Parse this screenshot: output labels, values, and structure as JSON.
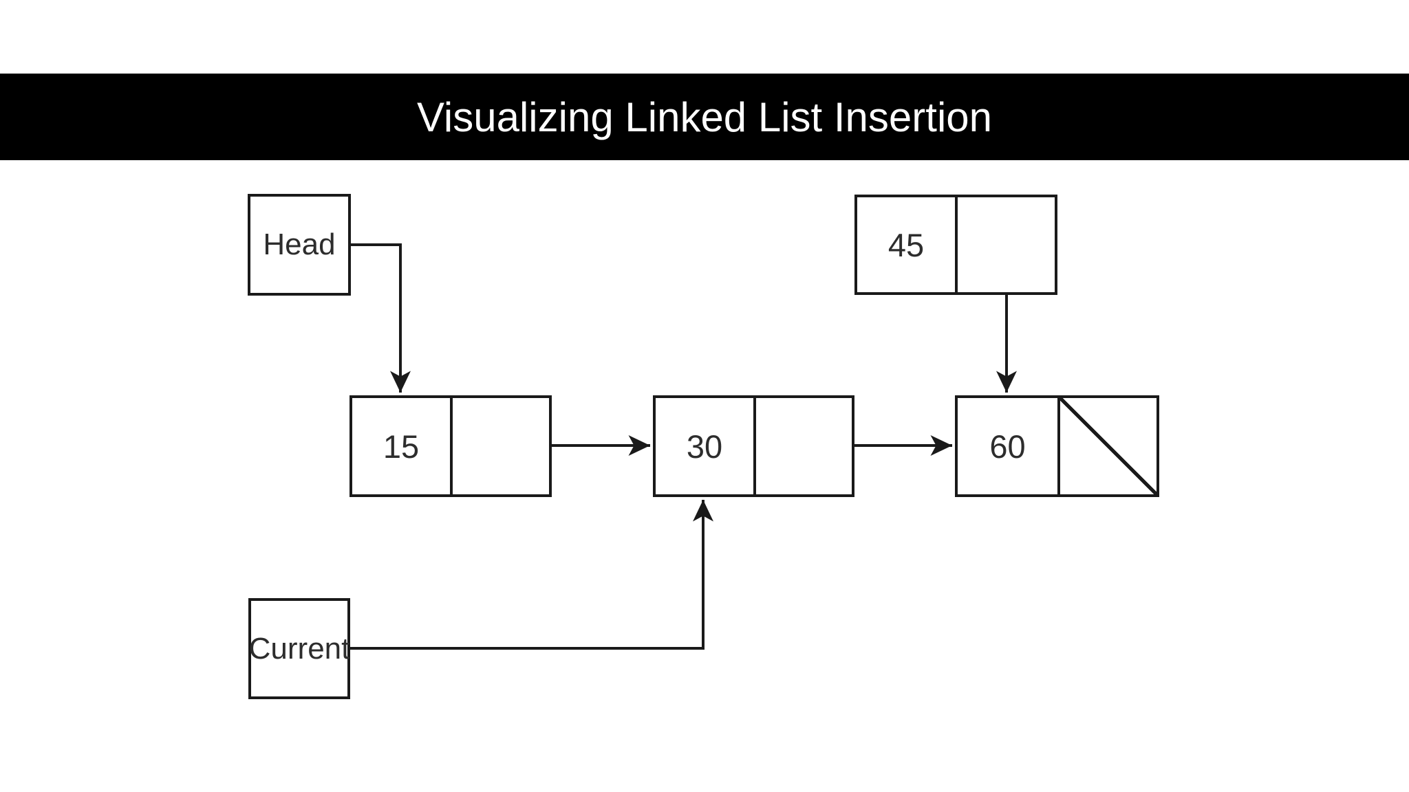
{
  "header": {
    "title": "Visualizing Linked List Insertion",
    "background_color": "#000000",
    "text_color": "#ffffff"
  },
  "diagram": {
    "pointers": {
      "head": {
        "label": "Head",
        "points_to": "15"
      },
      "current": {
        "label": "Current",
        "points_to": "30"
      }
    },
    "nodes": [
      {
        "value": "15",
        "next": "30"
      },
      {
        "value": "30",
        "next": "60"
      },
      {
        "value": "60",
        "next": "null"
      },
      {
        "value": "45",
        "next": "60"
      }
    ],
    "colors": {
      "node_fill": "#ffffff",
      "node_border": "#1a1a1a",
      "arrow": "#1a1a1a",
      "value_text": "#2d2d2d"
    }
  }
}
